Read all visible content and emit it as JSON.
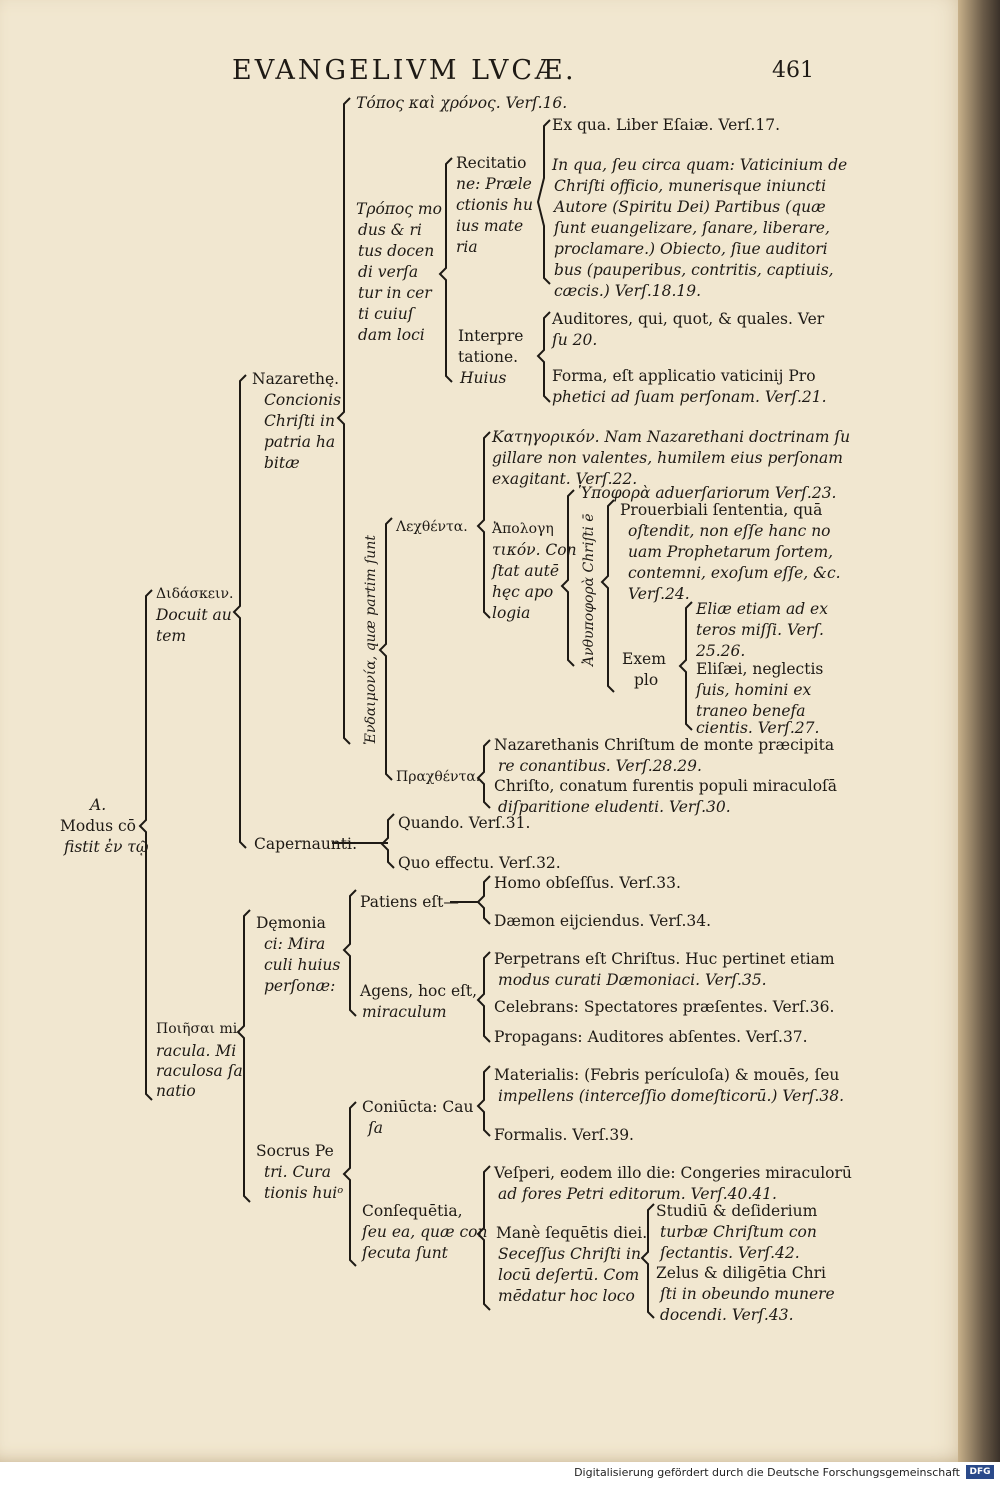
{
  "header": {
    "running_head": "EVANGELIVM LVCÆ.",
    "page_number": "461"
  },
  "root": {
    "letter": "A.",
    "l1": "Modus cō",
    "l2": "fistit ἐν τῷ"
  },
  "b1": {
    "l1": "Διδάσκειν.",
    "l2": "Docuit au",
    "l3": "tem"
  },
  "b2": {
    "l1": "Ποιῆσαι mi",
    "l2": "racula. Mi",
    "l3": "raculosa ſa",
    "l4": "natio"
  },
  "naz": {
    "l1": "Nazarethę.",
    "l2": "Concionis",
    "l3": "Chriſti in",
    "l4": "patria ha",
    "l5": "bitæ"
  },
  "cap": {
    "label": "Capernaunti:"
  },
  "topos": "Τόπος καὶ χρόνος. Verſ.16.",
  "tropos": {
    "l1": "Τρόπος mo",
    "l2": "dus & ri",
    "l3": "tus docen",
    "l4": "di verſa",
    "l5": "tur in cer",
    "l6": "ti cuiuſ",
    "l7": "dam loci"
  },
  "recit": {
    "l1": "Recitatio",
    "l2": "ne: Præle",
    "l3": "ctionis hu",
    "l4": "ius mate",
    "l5": "ria"
  },
  "exqua": "Ex qua. Liber Eſaiæ. Verſ.17.",
  "inqua": {
    "l1": "In qua, ſeu circa quam: Vaticinium de",
    "l2": "Chriſti officio, munerisque iniuncti",
    "l3": "Autore (Spiritu Dei) Partibus (quæ",
    "l4": "ſunt euangelizare, ſanare, liberare,",
    "l5": "proclamare.) Obiecto, ſiue auditori",
    "l6": "bus (pauperibus, contritis, captiuis,",
    "l7": "cæcis.) Verſ.18.19."
  },
  "interp": {
    "l1": "Interpre",
    "l2": "tatione.",
    "l3": "Huius"
  },
  "auditores": {
    "l1": "Auditores, qui, quot, & quales. Ver",
    "l2": "ſu 20."
  },
  "forma": {
    "l1": "Forma, eſt applicatio vaticinij Pro",
    "l2": "phetici ad ſuam perſonam. Verſ.21."
  },
  "eventus": "Ἐνδαιμονία, quæ partim ſunt",
  "lechthenta": "Λεχθέντα.",
  "katego": {
    "l1": "Κατηγορικόν. Nam Nazarethani doctrinam ſu",
    "l2": "gillare non valentes, humilem eius perſonam",
    "l3": "exagitant. Verſ.22."
  },
  "apolog": {
    "l1": "Ἀπολογη",
    "l2": "τικόν. Con",
    "l3": "ſtat autē",
    "l4": "hęc apo",
    "l5": "logia"
  },
  "hypophora": "Ὑποφορὰ aduerſariorum Verſ.23.",
  "anthypo": "Ἀνθυποφορὰ Chriſti ē",
  "prouerb": {
    "l1": "Prouerbiali ſententia, quā",
    "l2": "oſtendit, non eſſe hanc no",
    "l3": "uam Prophetarum ſortem,",
    "l4": "contemni, exoſum eſſe, &c.",
    "l5": "Verſ.24."
  },
  "exemplo": {
    "l1": "Exem",
    "l2": "plo"
  },
  "elie": {
    "l1": "Eliæ etiam ad ex",
    "l2": "teros miſſi. Verſ.",
    "l3": "25.26."
  },
  "elisei": {
    "l1": "Eliſæi, neglectis",
    "l2": "ſuis, homini ex",
    "l3": "traneo benefa",
    "l4": "cientis. Verſ.27."
  },
  "prachthenta": "Πραχθέντα.",
  "nazareth2": {
    "l1": "Nazarethanis Chriſtum de monte præcipita",
    "l2": "re conantibus. Verſ.28.29."
  },
  "christo": {
    "l1": "Chriſto, conatum furentis populi miraculoſā",
    "l2": "diſparitione eludenti. Verſ.30."
  },
  "quando": "Quando. Verſ.31.",
  "quo": "Quo effectu. Verſ.32.",
  "demon": {
    "l1": "Dęmonia",
    "l2": "ci: Mira",
    "l3": "culi huius",
    "l4": "perſonæ:"
  },
  "patiens": "Patiens eſt—",
  "homo": "Homo obſeſſus. Verſ.33.",
  "daemon": "Dæmon eijciendus. Verſ.34.",
  "agens": {
    "l1": "Agens, hoc eſt,",
    "l2": "miraculum"
  },
  "perpetrans": {
    "l1": "Perpetrans eſt Chriſtus. Huc pertinet etiam",
    "l2": "modus curati Dæmoniaci. Verſ.35."
  },
  "celebrans": "Celebrans: Spectatores præſentes. Verſ.36.",
  "propagans": "Propagans: Auditores abſentes. Verſ.37.",
  "socrus": {
    "l1": "Socrus Pe",
    "l2": "tri. Cura",
    "l3": "tionis huiᵒ"
  },
  "coniuncta": {
    "l1": "Coniūcta: Cau",
    "l2": "ſa"
  },
  "materialis": {
    "l1": "Materialis: (Febris perículoſa) & mouēs, ſeu",
    "l2": "impellens (interceſſio domeſticorū.) Verſ.38."
  },
  "formalis": "Formalis. Verſ.39.",
  "consequentia": {
    "l1": "Conſequētia,",
    "l2": "ſeu ea, quæ con",
    "l3": "ſecuta ſunt"
  },
  "vesperi": {
    "l1": "Veſperi, eodem illo die: Congeries miraculorū",
    "l2": "ad fores Petri editorum. Verſ.40.41."
  },
  "mane": {
    "l1": "Manè ſequētis diei.",
    "l2": "Seceſſus Chriſti in",
    "l3": "locū deſertū. Com",
    "l4": "mēdatur hoc loco"
  },
  "studiu": {
    "l1": "Studiū & deſiderium",
    "l2": "turbæ Chriſtum con",
    "l3": "ſectantis. Verſ.42."
  },
  "zelus": {
    "l1": "Zelus & diligētia Chri",
    "l2": "ſti in obeundo munere",
    "l3": "docendi. Verſ.43."
  },
  "footer": {
    "credit": "Digitalisierung gefördert durch die Deutsche Forschungsgemeinschaft",
    "logo": "DFG"
  }
}
